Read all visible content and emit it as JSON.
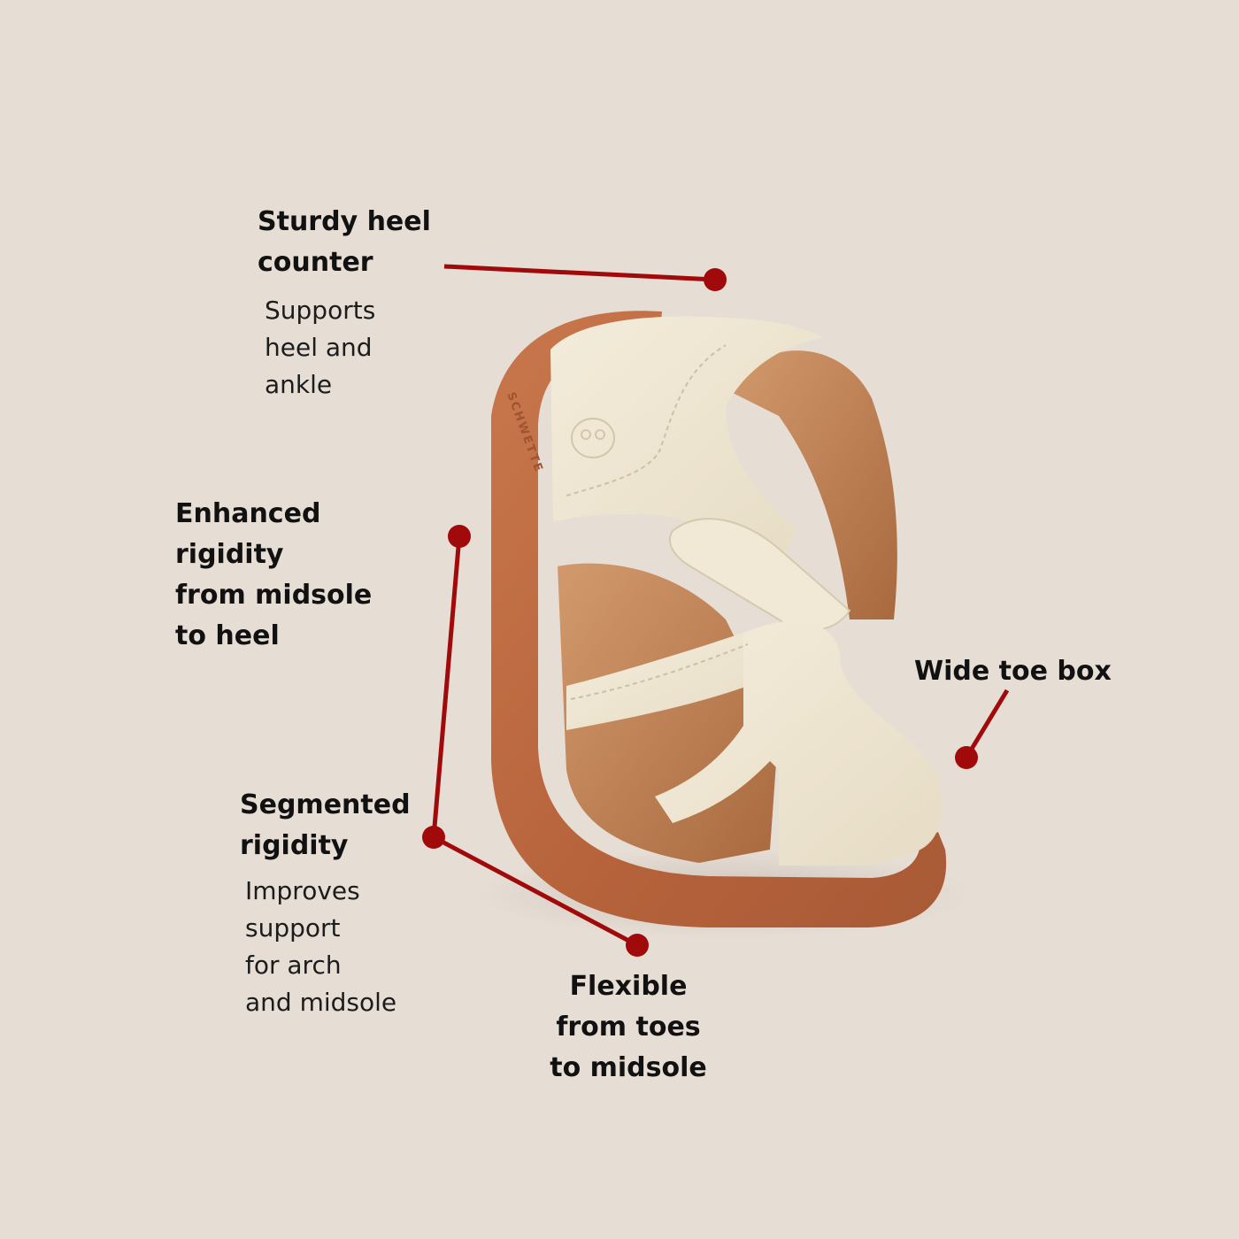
{
  "colors": {
    "background": "#e6ddd5",
    "callout": "#a00a0a",
    "sole": "#b9673f",
    "leather": "#efe6d2",
    "lining": "#c58a5e",
    "text": "#111111"
  },
  "product_logo_text": "SCHWETTE",
  "callouts": {
    "heel_counter": {
      "title_lines": [
        "Sturdy heel",
        "counter"
      ],
      "desc_lines": [
        "Supports",
        "heel and",
        "ankle"
      ]
    },
    "midsole_heel": {
      "title_lines": [
        "Enhanced",
        "rigidity",
        "from midsole",
        "to heel"
      ]
    },
    "segmented": {
      "title_lines": [
        "Segmented",
        "rigidity"
      ],
      "desc_lines": [
        "Improves",
        "support",
        "for arch",
        "and midsole"
      ]
    },
    "toe_box": {
      "title_lines": [
        "Wide toe box"
      ]
    },
    "flexible": {
      "title_lines": [
        "Flexible",
        "from toes",
        "to midsole"
      ]
    }
  }
}
